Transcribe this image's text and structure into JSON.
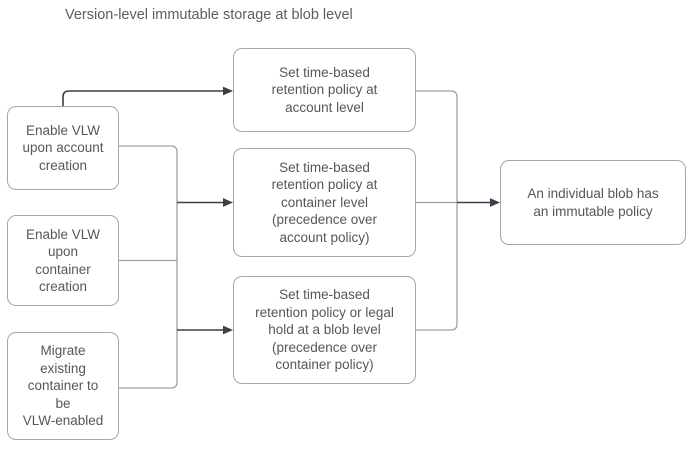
{
  "title": "Version-level immutable storage at blob level",
  "colors": {
    "node_border": "#a2a7ac",
    "node_background": "#ffffff",
    "text": "#51585f",
    "connector_gray": "#9aa0a7",
    "arrow_dark": "#3a414b"
  },
  "nodes": {
    "left": [
      {
        "id": "enable-vlw-account",
        "lines": [
          "Enable VLW",
          "upon account",
          "creation"
        ]
      },
      {
        "id": "enable-vlw-container",
        "lines": [
          "Enable VLW",
          "upon",
          "container",
          "creation"
        ]
      },
      {
        "id": "migrate-container",
        "lines": [
          "Migrate",
          "existing",
          "container to",
          "be",
          "VLW-enabled"
        ]
      }
    ],
    "middle": [
      {
        "id": "retention-account",
        "lines": [
          "Set time-based",
          "retention policy at",
          "account level"
        ]
      },
      {
        "id": "retention-container",
        "lines": [
          "Set time-based",
          "retention policy at",
          "container level",
          "(precedence over",
          "account policy)"
        ]
      },
      {
        "id": "retention-blob",
        "lines": [
          "Set time-based",
          "retention policy or legal",
          "hold at a blob level",
          "(precedence over",
          "container policy)"
        ]
      }
    ],
    "right": [
      {
        "id": "blob-immutable",
        "lines": [
          "An individual blob has",
          "an immutable policy"
        ]
      }
    ]
  }
}
